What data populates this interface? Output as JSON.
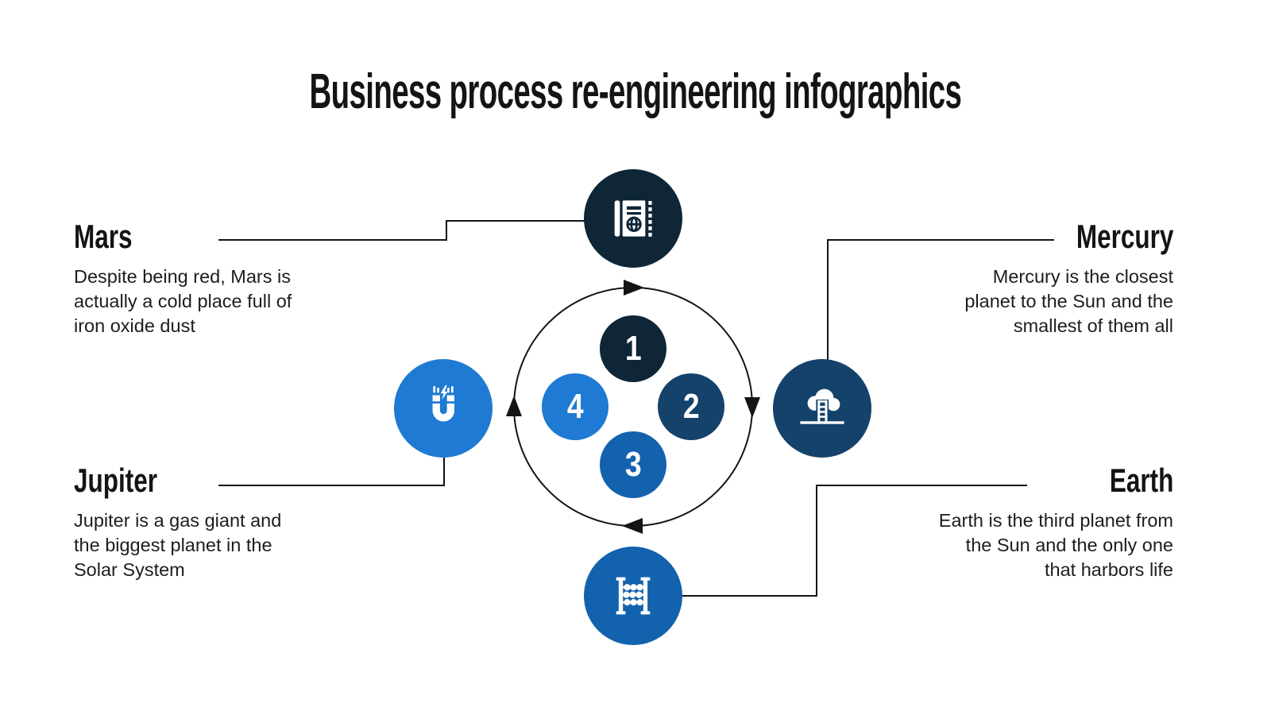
{
  "title": "Business process re-engineering infographics",
  "colors": {
    "background": "#ffffff",
    "text": "#141414",
    "line": "#141414",
    "icon": "#ffffff",
    "step1": "#0e2636",
    "step2": "#14426b",
    "step3": "#1362ad",
    "step4": "#1e7ad2"
  },
  "cycle": {
    "direction": "clockwise",
    "steps": [
      {
        "number": "1",
        "icon": "passport-icon"
      },
      {
        "number": "2",
        "icon": "cloud-ladder-icon"
      },
      {
        "number": "3",
        "icon": "abacus-icon"
      },
      {
        "number": "4",
        "icon": "magnet-icon"
      }
    ]
  },
  "sections": [
    {
      "title": "Mars",
      "lines": [
        "Despite being red, Mars is",
        "actually a cold place full of",
        "iron oxide dust"
      ]
    },
    {
      "title": "Mercury",
      "lines": [
        "Mercury is the closest",
        "planet to the Sun and the",
        "smallest of them all"
      ]
    },
    {
      "title": "Jupiter",
      "lines": [
        "Jupiter is a gas giant and",
        "the biggest planet in the",
        "Solar System"
      ]
    },
    {
      "title": "Earth",
      "lines": [
        "Earth is the third planet from",
        "the Sun and the only one",
        "that harbors life"
      ]
    }
  ]
}
